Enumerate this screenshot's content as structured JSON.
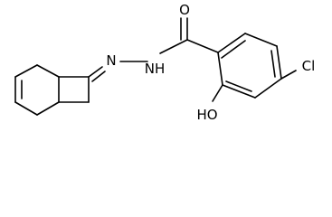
{
  "atoms": {
    "carbonyl_oxygen": "O",
    "imine_nitrogen": "N",
    "amide_nitrogen": "NH",
    "chlorine": "Cl",
    "hydroxyl": "HO"
  },
  "colors": {
    "bond": "#000000",
    "label": "#000000",
    "background": "#ffffff"
  }
}
